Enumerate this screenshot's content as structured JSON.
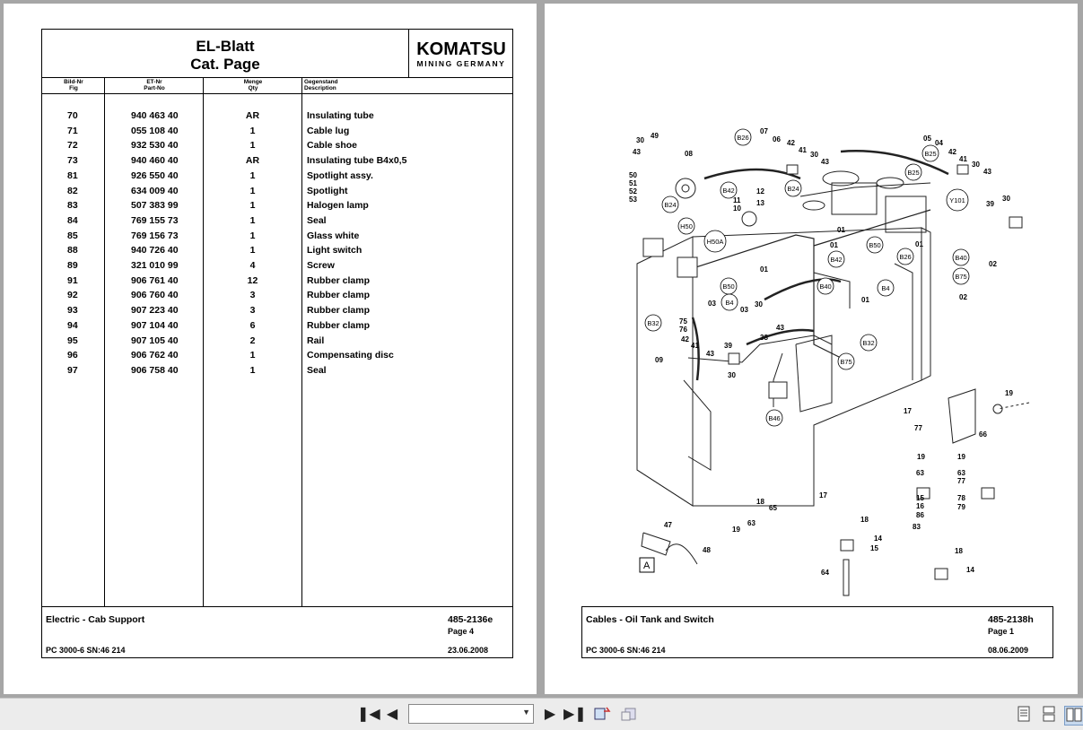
{
  "left_page": {
    "title_line1": "EL-Blatt",
    "title_line2": "Cat. Page",
    "logo": "KOMATSU",
    "logo_sub": "MINING GERMANY",
    "headers": {
      "fig_de": "Bild-Nr",
      "fig_en": "Fig",
      "part_de": "ET-Nr",
      "part_en": "Part-No",
      "qty_de": "Menge",
      "qty_en": "Qty",
      "desc_de": "Gegenstand",
      "desc_en": "Description"
    },
    "rows": [
      {
        "fig": "70",
        "part": "940 463 40",
        "qty": "AR",
        "desc": "Insulating tube"
      },
      {
        "fig": "71",
        "part": "055 108 40",
        "qty": "1",
        "desc": "Cable lug"
      },
      {
        "fig": "72",
        "part": "932 530 40",
        "qty": "1",
        "desc": "Cable shoe"
      },
      {
        "fig": "73",
        "part": "940 460 40",
        "qty": "AR",
        "desc": "Insulating tube B4x0,5"
      },
      {
        "fig": "81",
        "part": "926 550 40",
        "qty": "1",
        "desc": "Spotlight assy."
      },
      {
        "fig": "82",
        "part": "634 009 40",
        "qty": "1",
        "desc": "Spotlight"
      },
      {
        "fig": "83",
        "part": "507 383 99",
        "qty": "1",
        "desc": "Halogen lamp"
      },
      {
        "fig": "84",
        "part": "769 155 73",
        "qty": "1",
        "desc": "Seal"
      },
      {
        "fig": "85",
        "part": "769 156 73",
        "qty": "1",
        "desc": "Glass white"
      },
      {
        "fig": "88",
        "part": "940 726 40",
        "qty": "1",
        "desc": "Light switch"
      },
      {
        "fig": "89",
        "part": "321 010 99",
        "qty": "4",
        "desc": "Screw"
      },
      {
        "fig": "91",
        "part": "906 761 40",
        "qty": "12",
        "desc": "Rubber clamp"
      },
      {
        "fig": "92",
        "part": "906 760 40",
        "qty": "3",
        "desc": "Rubber clamp"
      },
      {
        "fig": "93",
        "part": "907 223 40",
        "qty": "3",
        "desc": "Rubber clamp"
      },
      {
        "fig": "94",
        "part": "907 104 40",
        "qty": "6",
        "desc": "Rubber clamp"
      },
      {
        "fig": "95",
        "part": "907 105 40",
        "qty": "2",
        "desc": "Rail"
      },
      {
        "fig": "96",
        "part": "906 762 40",
        "qty": "1",
        "desc": "Compensating disc"
      },
      {
        "fig": "97",
        "part": "906 758 40",
        "qty": "1",
        "desc": "Seal"
      }
    ],
    "footer": {
      "title": "Electric - Cab Support",
      "doc_no": "485-2136e",
      "page": "Page 4",
      "machine": "PC 3000-6 SN:46 214",
      "date": "23.06.2008"
    }
  },
  "right_page": {
    "footer": {
      "title": "Cables - Oil Tank and Switch",
      "doc_no": "485-2138h",
      "page": "Page 1",
      "machine": "PC 3000-6 SN:46 214",
      "date": "08.06.2009"
    },
    "diagram_labels": {
      "circled": [
        "B26",
        "B24",
        "B42",
        "B25",
        "B25",
        "Y101",
        "B24",
        "H50",
        "H50A",
        "B50",
        "B50",
        "B4",
        "B26",
        "B40",
        "B40",
        "B42",
        "B4",
        "B75",
        "B32",
        "B32",
        "B75",
        "B46",
        "A"
      ],
      "numbers": [
        "49",
        "30",
        "43",
        "08",
        "50",
        "51",
        "52",
        "53",
        "07",
        "06",
        "42",
        "41",
        "30",
        "43",
        "12",
        "13",
        "11",
        "10",
        "05",
        "04",
        "42",
        "41",
        "30",
        "43",
        "39",
        "30",
        "01",
        "01",
        "01",
        "01",
        "01",
        "02",
        "02",
        "03",
        "03",
        "30",
        "75",
        "76",
        "38",
        "43",
        "42",
        "41",
        "43",
        "39",
        "09",
        "30",
        "17",
        "77",
        "66",
        "19",
        "19",
        "63",
        "15",
        "16",
        "86",
        "19",
        "63",
        "77",
        "78",
        "79",
        "17",
        "18",
        "18",
        "65",
        "19",
        "63",
        "47",
        "48",
        "14",
        "15",
        "83",
        "18",
        "14",
        "64"
      ],
      "arrow_label": "A"
    }
  },
  "toolbar": {
    "first_icon": "first-page-icon",
    "prev_icon": "prev-page-icon",
    "page_value": "",
    "next_icon": "next-page-icon",
    "last_icon": "last-page-icon"
  }
}
